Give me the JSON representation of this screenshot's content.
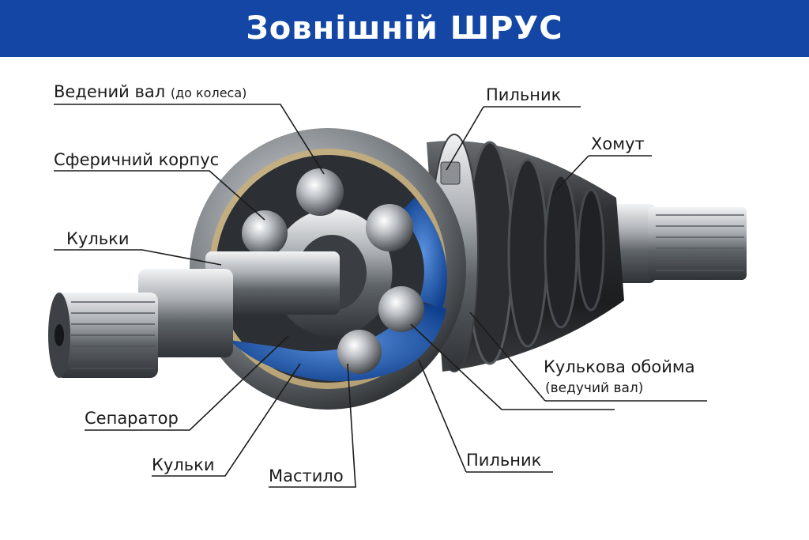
{
  "title": "Зовнішній ШРУС",
  "labels": {
    "driven_shaft": "Ведений вал",
    "driven_shaft_note": "(до колеса)",
    "spherical_housing": "Сферичний корпус",
    "balls_top": "Кульки",
    "boot_top": "Пильник",
    "clamp": "Хомут",
    "ball_race": "Кулькова обойма",
    "ball_race_note": "(ведучий вал)",
    "separator": "Сепаратор",
    "balls_bottom": "Кульки",
    "grease": "Мастило",
    "boot_bottom": "Пильник"
  },
  "colors": {
    "header": "#1447a5",
    "grease": "#1f5fb8",
    "boot": "#2a2a2a",
    "metal": "#9a9ea3"
  }
}
